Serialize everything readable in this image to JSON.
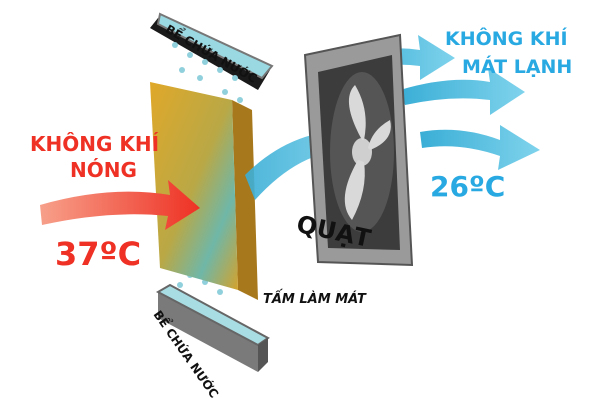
{
  "labels": {
    "top_tank": "BỂ CHỨA NƯỚC",
    "bottom_tank": "BỂ CHỨA NƯỚC",
    "hot_air_line1": "KHÔNG KHÍ",
    "hot_air_line2": "NÓNG",
    "hot_temp": "37ºC",
    "cool_air_line1": "KHÔNG KHÍ",
    "cool_air_line2": "MÁT LẠNH",
    "cool_temp": "26ºC",
    "fan": "QUẠT",
    "cooling_pad": "TẤM LÀM MÁT"
  },
  "colors": {
    "hot": "#ee3124",
    "cool": "#29a9e1",
    "water": "#8fd8e0",
    "pad": "#d9a62a",
    "metal": "#8a8a8a"
  }
}
